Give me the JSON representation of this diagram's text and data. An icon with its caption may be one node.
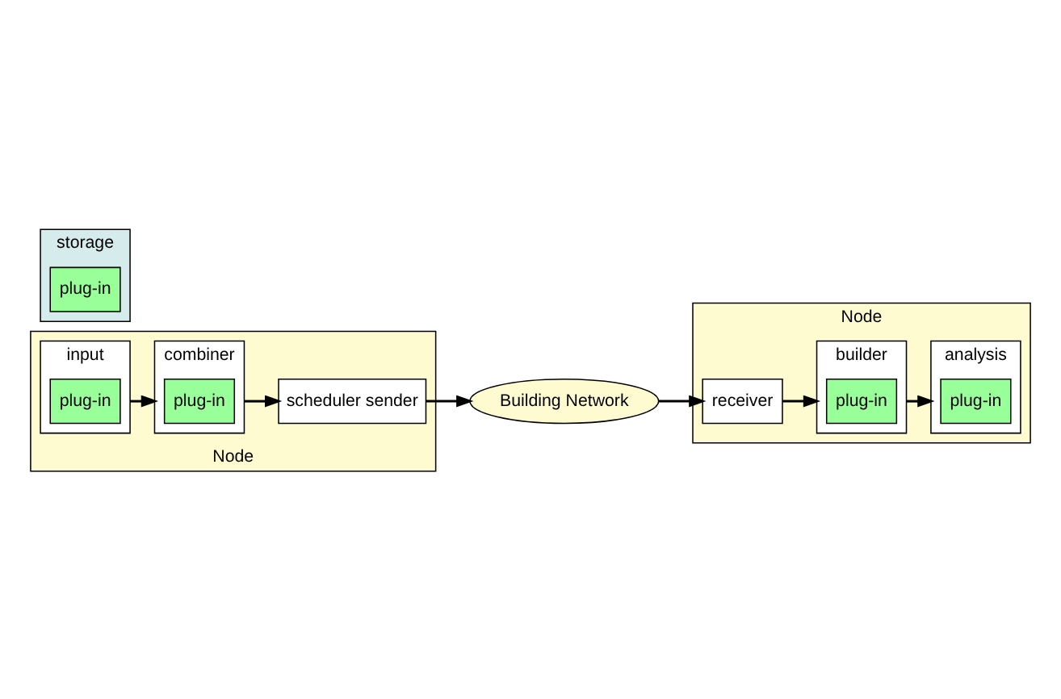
{
  "diagram": {
    "nodes": [
      {
        "text": [
          "Node"
        ]
      },
      {
        "text": [
          "input"
        ],
        "in": 0
      },
      {
        "text": [
          "plug-in"
        ],
        "in": 1
      },
      {
        "text": [
          "combiner"
        ],
        "in": 0
      },
      {
        "text": [
          "plug-in"
        ],
        "in": 3
      },
      {
        "text": [
          "scheduler sender"
        ],
        "in": 0
      },
      {
        "text": [
          "Building Network"
        ]
      },
      {
        "text": [
          "storage"
        ]
      },
      {
        "text": [
          "plug-in"
        ],
        "in": 7
      },
      {
        "text": [
          "Node"
        ]
      },
      {
        "text": [
          "receiver"
        ],
        "in": 9
      },
      {
        "text": [
          "builder"
        ],
        "in": 9
      },
      {
        "text": [
          "plug-in"
        ],
        "in": 11
      },
      {
        "text": [
          "analysis"
        ],
        "in": 9
      },
      {
        "text": [
          "plug-in"
        ],
        "in": 13
      }
    ],
    "edges": [
      {
        "from": 1,
        "to": 3,
        "arrow": "to"
      },
      {
        "from": 3,
        "to": 5,
        "arrow": "to"
      },
      {
        "from": 5,
        "to": 6,
        "arrow": "to"
      },
      {
        "from": 6,
        "to": 10,
        "arrow": "to"
      },
      {
        "from": 10,
        "to": 11,
        "arrow": "to"
      },
      {
        "from": 11,
        "to": 13,
        "arrow": "to"
      }
    ]
  }
}
